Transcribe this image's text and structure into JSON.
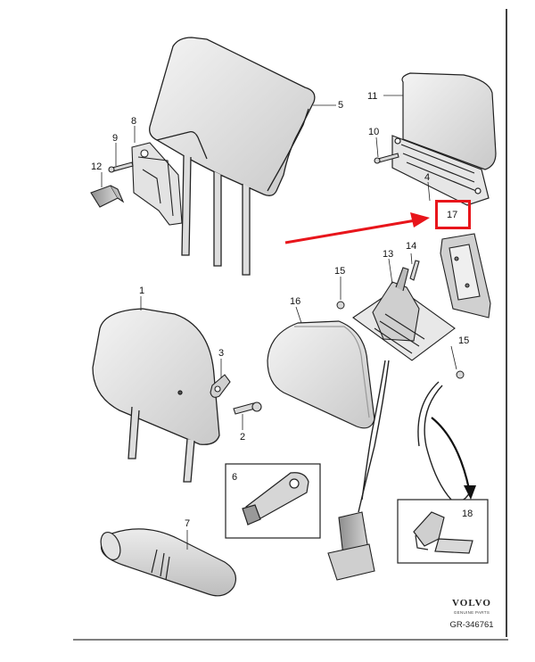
{
  "callouts": {
    "c1": "1",
    "c2": "2",
    "c3": "3",
    "c4": "4",
    "c5": "5",
    "c6": "6",
    "c7": "7",
    "c8": "8",
    "c9": "9",
    "c10": "10",
    "c11": "11",
    "c12": "12",
    "c13": "13",
    "c14": "14",
    "c15a": "15",
    "c15b": "15",
    "c16": "16",
    "c17": "17",
    "c18": "18"
  },
  "brand": {
    "name": "VOLVO",
    "tagline": "GENUINE PARTS",
    "reference": "GR-346761"
  },
  "colors": {
    "highlight": "#e8151b",
    "line": "#222222",
    "shade": "#bdbdbd"
  }
}
